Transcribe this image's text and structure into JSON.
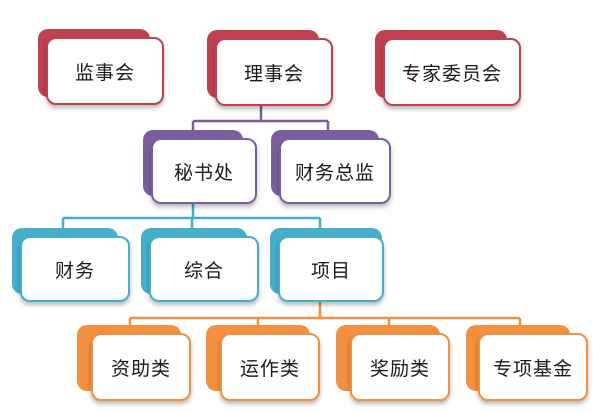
{
  "colors": {
    "red": "#c0414f",
    "purple": "#7c5ea0",
    "blue": "#45aecb",
    "orange": "#f2903f"
  },
  "nodes": [
    {
      "id": "supervisory-board",
      "label": "监事会",
      "tier": "red"
    },
    {
      "id": "board-of-directors",
      "label": "理事会",
      "tier": "red"
    },
    {
      "id": "expert-committee",
      "label": "专家委员会",
      "tier": "red"
    },
    {
      "id": "secretariat",
      "label": "秘书处",
      "tier": "purple"
    },
    {
      "id": "finance-director",
      "label": "财务总监",
      "tier": "purple"
    },
    {
      "id": "finance",
      "label": "财务",
      "tier": "blue"
    },
    {
      "id": "general-affairs",
      "label": "综合",
      "tier": "blue"
    },
    {
      "id": "projects",
      "label": "项目",
      "tier": "blue"
    },
    {
      "id": "grants",
      "label": "资助类",
      "tier": "orange"
    },
    {
      "id": "operations",
      "label": "运作类",
      "tier": "orange"
    },
    {
      "id": "awards",
      "label": "奖励类",
      "tier": "orange"
    },
    {
      "id": "special-funds",
      "label": "专项基金",
      "tier": "orange"
    }
  ]
}
